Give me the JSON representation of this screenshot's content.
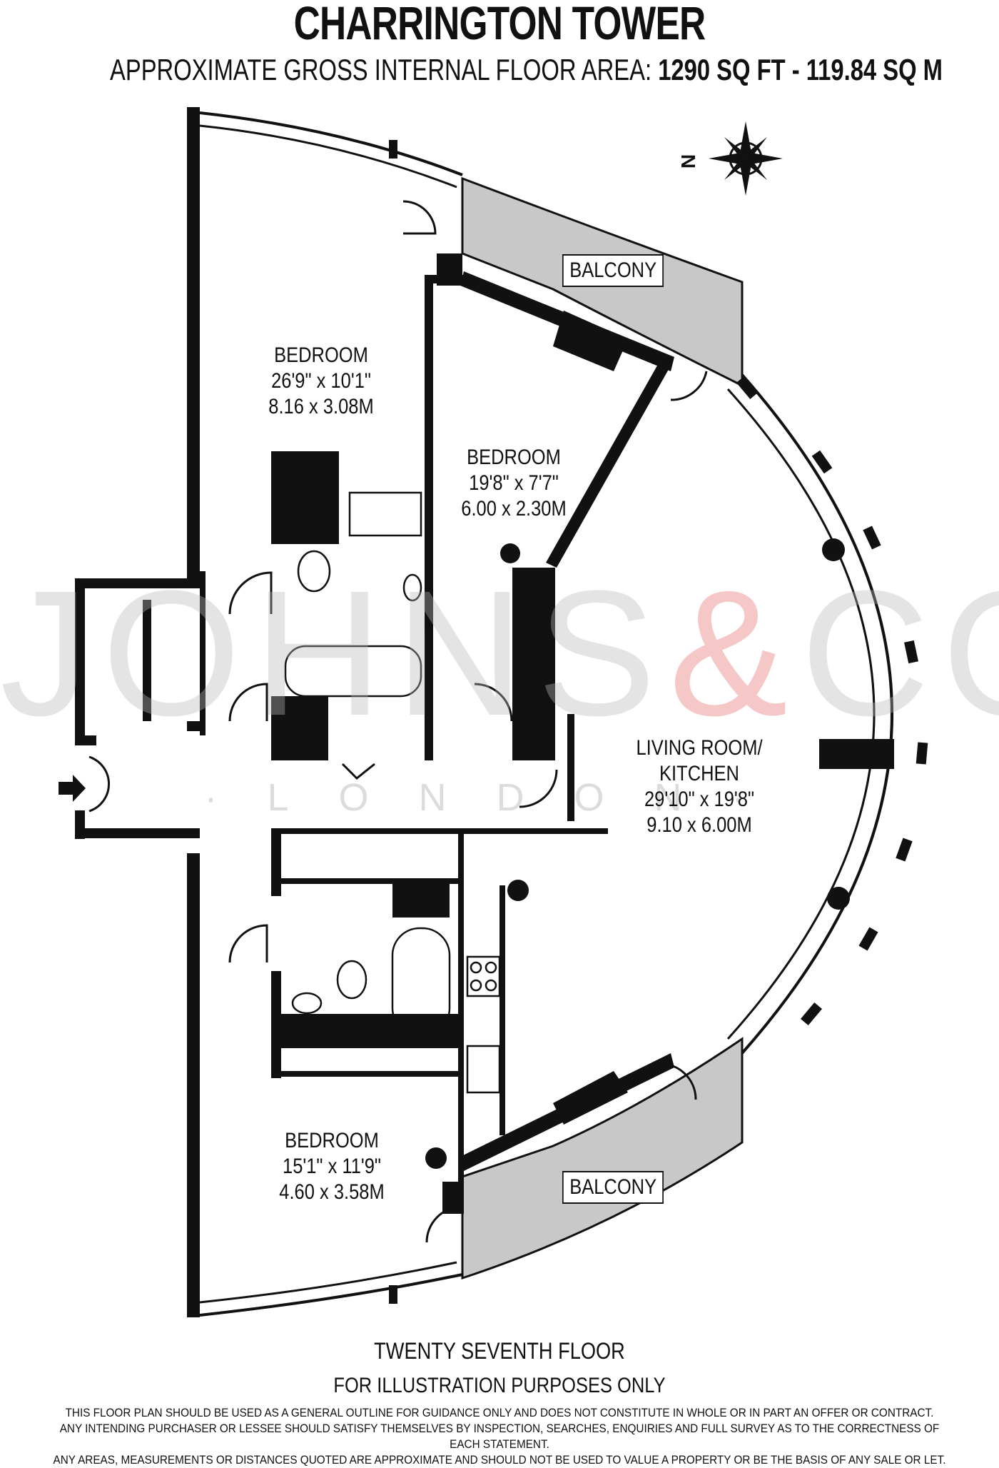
{
  "header": {
    "title": "CHARRINGTON TOWER",
    "subtitle_prefix": "APPROXIMATE GROSS INTERNAL FLOOR AREA:",
    "subtitle_area": "1290 SQ FT  -  119.84 SQ M"
  },
  "watermark": {
    "brand_left": "JOHNS",
    "brand_amp": "&",
    "brand_right": "CO",
    "sub": "·LONDON·"
  },
  "compass": {
    "north_label": "N"
  },
  "rooms": {
    "bedroom1": {
      "name": "BEDROOM",
      "imperial": "26'9\" x 10'1\"",
      "metric": "8.16 x 3.08M"
    },
    "bedroom2": {
      "name": "BEDROOM",
      "imperial": "19'8\" x 7'7\"",
      "metric": "6.00 x 2.30M"
    },
    "living": {
      "name_line1": "LIVING ROOM/",
      "name_line2": "KITCHEN",
      "imperial": "29'10\" x 19'8\"",
      "metric": "9.10 x 6.00M"
    },
    "bedroom3": {
      "name": "BEDROOM",
      "imperial": "15'1\" x 11'9\"",
      "metric": "4.60 x 3.58M"
    }
  },
  "balconies": {
    "top": "BALCONY",
    "bottom": "BALCONY"
  },
  "footer": {
    "floor": "TWENTY SEVENTH FLOOR",
    "illustration": "FOR ILLUSTRATION PURPOSES ONLY",
    "disclaimer_line1": "THIS FLOOR PLAN SHOULD BE USED AS A GENERAL OUTLINE FOR GUIDANCE ONLY AND DOES NOT CONSTITUTE IN WHOLE OR IN PART AN OFFER OR CONTRACT.",
    "disclaimer_line2": "ANY INTENDING PURCHASER OR LESSEE SHOULD SATISFY THEMSELVES BY INSPECTION, SEARCHES, ENQUIRIES AND FULL SURVEY AS TO THE CORRECTNESS OF EACH STATEMENT.",
    "disclaimer_line3": "ANY AREAS, MEASUREMENTS OR DISTANCES QUOTED ARE APPROXIMATE AND SHOULD NOT BE USED TO VALUE A PROPERTY OR BE THE BASIS OF ANY SALE OR LET."
  },
  "colors": {
    "wall": "#111111",
    "balcony_fill": "#c8c8c8",
    "watermark_grey": "#b9b9b9",
    "watermark_pink": "#eb8282"
  }
}
